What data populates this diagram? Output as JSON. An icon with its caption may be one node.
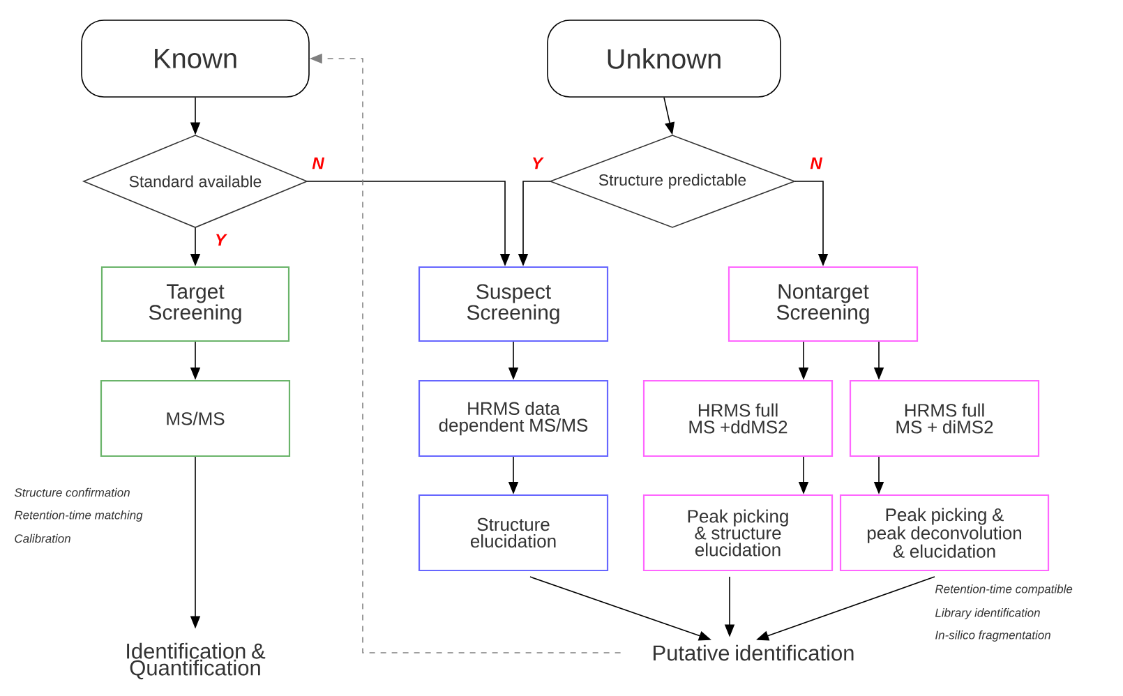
{
  "diagram": {
    "nodes": [
      {
        "text": [
          "Known"
        ]
      },
      {
        "text": [
          "Unknown"
        ]
      },
      {
        "text": [
          "Standard available"
        ]
      },
      {
        "text": [
          "Structure predictable"
        ]
      },
      {
        "text": [
          "Target Screening"
        ]
      },
      {
        "text": [
          "Suspect Screening"
        ]
      },
      {
        "text": [
          "Nontarget Screening"
        ]
      },
      {
        "text": [
          "MS/MS"
        ]
      },
      {
        "text": [
          "HRMS data dependent MS/MS"
        ]
      },
      {
        "text": [
          "HRMS full MS +ddMS2"
        ]
      },
      {
        "text": [
          "HRMS full MS + diMS2"
        ]
      },
      {
        "text": [
          "Structure elucidation"
        ]
      },
      {
        "text": [
          "Peak picking & structure elucidation"
        ]
      },
      {
        "text": [
          "Peak picking & peak deconvolution & elucidation"
        ]
      },
      {
        "text": [
          "Identification & Quantification"
        ]
      },
      {
        "text": [
          "Putative identification"
        ]
      }
    ],
    "edges": [
      {
        "from": 0,
        "to": 2,
        "arrow": "to"
      },
      {
        "from": 1,
        "to": 3,
        "arrow": "to"
      },
      {
        "from": 2,
        "to": 4,
        "arrow": "to",
        "label": "Y"
      },
      {
        "from": 2,
        "to": 5,
        "arrow": "to",
        "label": "N"
      },
      {
        "from": 3,
        "to": 5,
        "arrow": "to",
        "label": "Y"
      },
      {
        "from": 3,
        "to": 6,
        "arrow": "to",
        "label": "N"
      },
      {
        "from": 4,
        "to": 7,
        "arrow": "to"
      },
      {
        "from": 5,
        "to": 8,
        "arrow": "to"
      },
      {
        "from": 6,
        "to": 9,
        "arrow": "to"
      },
      {
        "from": 6,
        "to": 10,
        "arrow": "to"
      },
      {
        "from": 7,
        "to": 14,
        "arrow": "to"
      },
      {
        "from": 8,
        "to": 11,
        "arrow": "to"
      },
      {
        "from": 9,
        "to": 12,
        "arrow": "to"
      },
      {
        "from": 10,
        "to": 13,
        "arrow": "to"
      },
      {
        "from": 11,
        "to": 15,
        "arrow": "to"
      },
      {
        "from": 12,
        "to": 15,
        "arrow": "to"
      },
      {
        "from": 13,
        "to": 15,
        "arrow": "to"
      },
      {
        "from": 15,
        "to": 0,
        "arrow": "to",
        "style": "dashed",
        "color": "#808080"
      }
    ],
    "labels": [
      "Structure confirmation",
      "Retention-time matching",
      "Calibration",
      "Retention-time compatible",
      "Library identification",
      "In-silico fragmentation"
    ]
  }
}
